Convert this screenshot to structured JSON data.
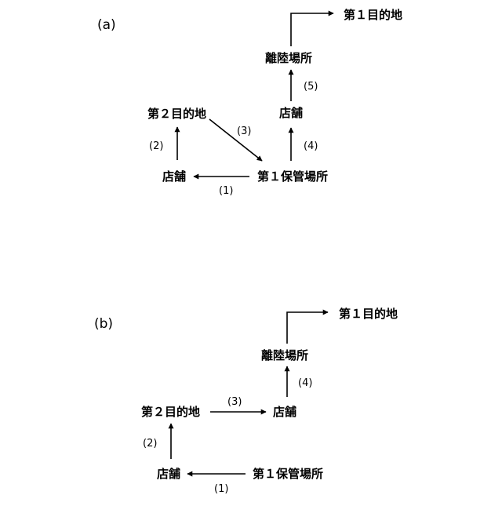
{
  "diagrams": [
    {
      "label": "(a)",
      "nodes": {
        "dest1": "第１目的地",
        "departure": "離陸場所",
        "store_right": "店舗",
        "dest2": "第２目的地",
        "storage1": "第１保管場所",
        "store_left": "店舗"
      },
      "edges": [
        "(1)",
        "(2)",
        "(3)",
        "(4)",
        "(5)"
      ]
    },
    {
      "label": "(b)",
      "nodes": {
        "dest1": "第１目的地",
        "departure": "離陸場所",
        "store_right": "店舗",
        "dest2": "第２目的地",
        "storage1": "第１保管場所",
        "store_left": "店舗"
      },
      "edges": [
        "(1)",
        "(2)",
        "(3)",
        "(4)"
      ]
    }
  ]
}
